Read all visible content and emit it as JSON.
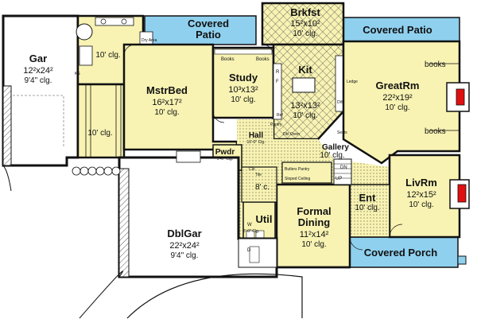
{
  "colors": {
    "room_fill": "#f8f3b3",
    "patio_fill": "#8fd0ee",
    "fireplace_fill": "#e01010",
    "wall": "#111111",
    "dotted_floor": "#d8d6a0"
  },
  "rooms": {
    "gar": {
      "name": "Gar",
      "dim": "12²x24²",
      "ceiling": "9'4\" clg."
    },
    "master_bath": {
      "ceiling": "10' clg."
    },
    "master_closet": {
      "ceiling": "10' clg."
    },
    "mstrbed": {
      "name": "MstrBed",
      "dim": "16²x17²",
      "ceiling": "10' clg."
    },
    "study": {
      "name": "Study",
      "dim": "10³x13²",
      "ceiling": "10' clg."
    },
    "brkfst": {
      "name": "Brkfst",
      "dim": "15²x10²",
      "ceiling": "10' clg."
    },
    "kit": {
      "name": "Kit",
      "dim": "13²x13²",
      "ceiling": "10' clg."
    },
    "greatrm": {
      "name": "GreatRm",
      "dim": "22²x19²",
      "ceiling": "10' clg."
    },
    "hall": {
      "name": "Hall",
      "ceiling": "10'-0\" Clg."
    },
    "gallery": {
      "name": "Gallery",
      "ceiling": "10' clg."
    },
    "livrm": {
      "name": "LivRm",
      "dim": "12²x15²",
      "ceiling": "10' clg."
    },
    "ent": {
      "name": "Ent",
      "ceiling": "10' clg."
    },
    "dblgar": {
      "name": "DblGar",
      "dim": "22²x24²",
      "ceiling": "9'4\" clg."
    },
    "formal_dining": {
      "name1": "Formal",
      "name2": "Dining",
      "dim": "11²x14²",
      "ceiling": "10' clg."
    },
    "util": {
      "name": "Util",
      "ceiling": "8'-0\" Clg."
    },
    "pwdr": {
      "name": "Pwdr",
      "ceiling": "9'-0\" Clg."
    },
    "stair_clg": {
      "label": "8' c."
    }
  },
  "patios": {
    "covered_patio_left_1": "Covered",
    "covered_patio_left_2": "Patio",
    "covered_patio_right": "Covered Patio",
    "covered_porch": "Covered Porch"
  },
  "fixtures": {
    "books_study_1": "Books",
    "books_study_2": "Books",
    "books_great_1": "books",
    "books_great_2": "books",
    "dry_area": "Dry Area",
    "ks": "KS",
    "ledge": "Ledge",
    "dw": "DW",
    "pantry": "Pantry",
    "dbl_oven": "Dbl Oven",
    "butlers_pantry": "Butlers Pantry",
    "sloped_ceiling": "Sloped Ceiling",
    "up": "UP",
    "dn": "DN",
    "r": "R",
    "f": "F",
    "w": "W",
    "d": "D",
    "clo": "Clo",
    "bkfst_tile": "Tile",
    "ref": "Ref",
    "seats": "Seats"
  }
}
